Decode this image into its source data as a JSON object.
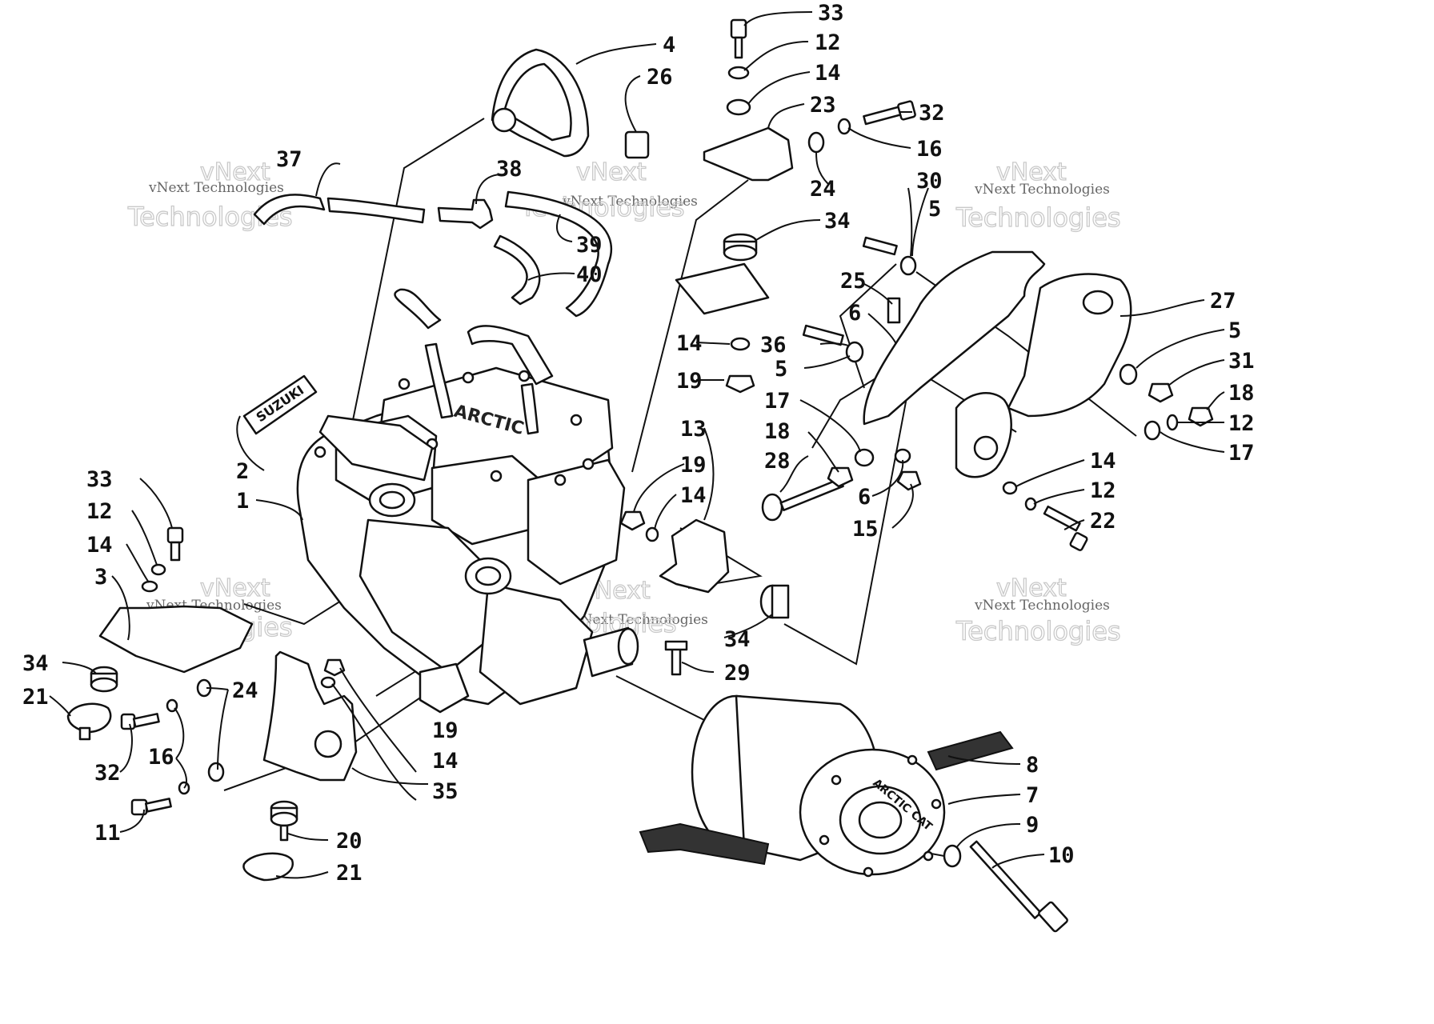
{
  "watermarks": {
    "small_text": "vNext Technologies",
    "large_line1": "vNext",
    "large_line2": "Technologies"
  },
  "engine_labels": {
    "suzuki_badge": "SUZUKI",
    "cylinder_head": "ARCTIC",
    "clutch_face": "ARCTIC CAT"
  },
  "callouts": [
    "1",
    "2",
    "3",
    "4",
    "5",
    "6",
    "7",
    "8",
    "9",
    "10",
    "11",
    "12",
    "13",
    "14",
    "15",
    "16",
    "17",
    "18",
    "19",
    "20",
    "21",
    "22",
    "23",
    "24",
    "25",
    "26",
    "27",
    "28",
    "29",
    "30",
    "31",
    "32",
    "33",
    "34",
    "35",
    "36",
    "37",
    "38",
    "39",
    "40"
  ]
}
